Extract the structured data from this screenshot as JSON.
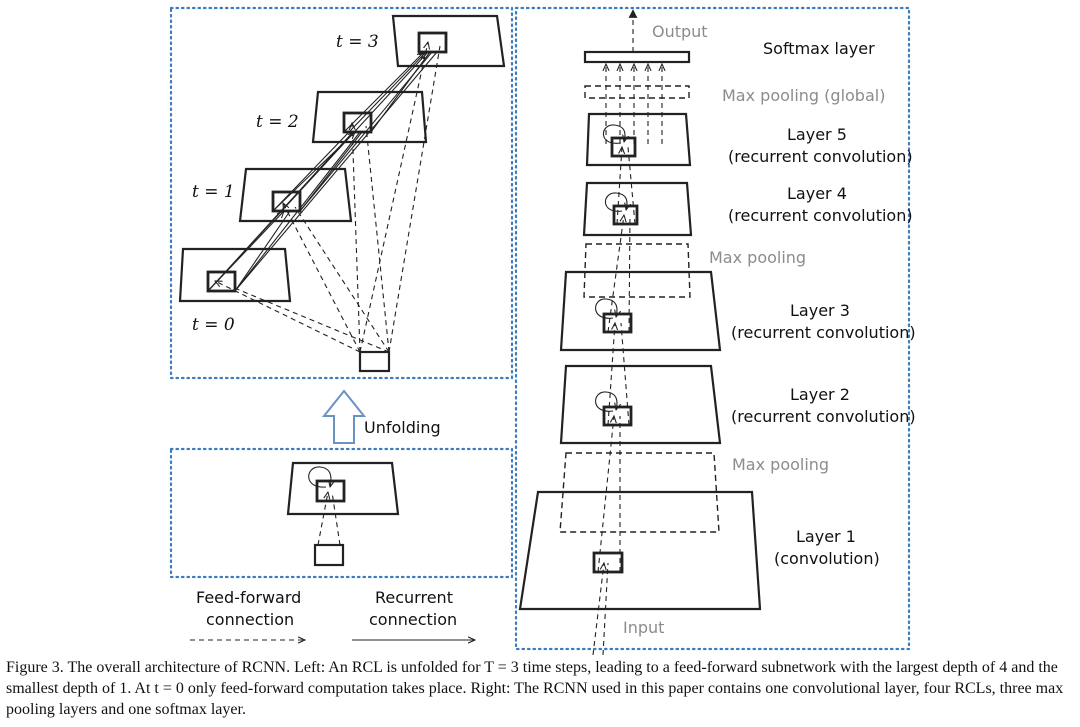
{
  "left": {
    "time_labels": [
      "t = 3",
      "t = 2",
      "t = 1",
      "t = 0"
    ],
    "unfolding_label": "Unfolding",
    "legend": {
      "feedforward": [
        "Feed-forward",
        "connection"
      ],
      "recurrent": [
        "Recurrent",
        "connection"
      ]
    }
  },
  "right": {
    "output_label": "Output",
    "input_label": "Input",
    "softmax_label": "Softmax layer",
    "global_pool_label": "Max pooling (global)",
    "maxpool_upper_label": "Max pooling",
    "maxpool_lower_label": "Max pooling",
    "layers": [
      {
        "name": "Layer 5",
        "desc": "(recurrent convolution)"
      },
      {
        "name": "Layer 4",
        "desc": "(recurrent convolution)"
      },
      {
        "name": "Layer 3",
        "desc": "(recurrent convolution)"
      },
      {
        "name": "Layer 2",
        "desc": "(recurrent convolution)"
      },
      {
        "name": "Layer 1",
        "desc": "(convolution)"
      }
    ]
  },
  "caption": "Figure 3. The overall architecture of RCNN. Left: An RCL is unfolded for T = 3 time steps, leading to a feed-forward subnetwork with the largest depth of 4 and the smallest depth of 1. At t = 0 only feed-forward computation takes place. Right: The RCNN used in this paper contains one convolutional layer, four RCLs, three max pooling layers and one softmax layer."
}
